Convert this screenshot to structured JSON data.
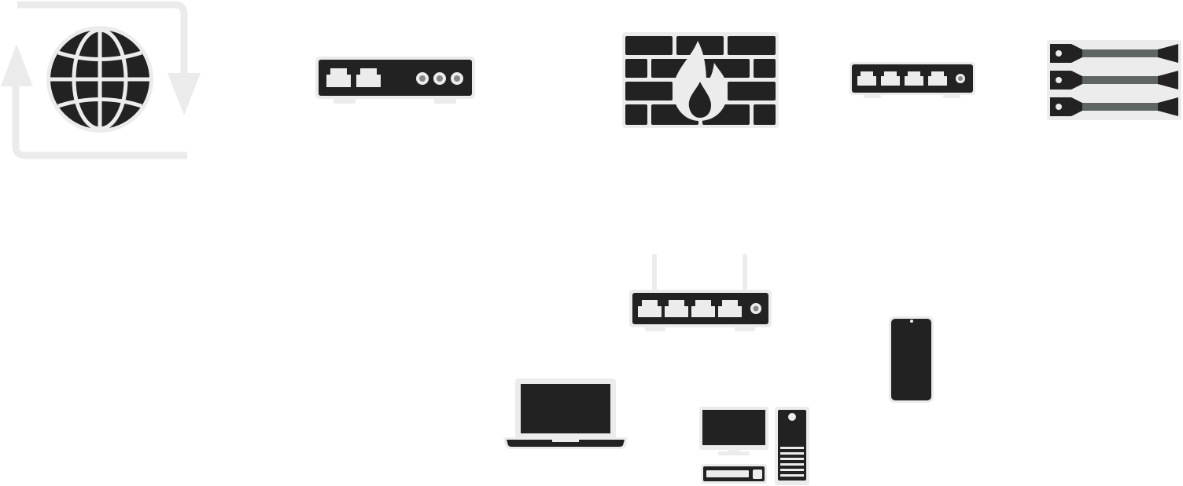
{
  "diagram": {
    "nodes": [
      {
        "id": "internet",
        "icon": "globe-icon"
      },
      {
        "id": "modem",
        "icon": "modem-icon"
      },
      {
        "id": "firewall",
        "icon": "firewall-icon"
      },
      {
        "id": "switch",
        "icon": "network-switch-icon"
      },
      {
        "id": "servers",
        "icon": "server-rack-icon"
      },
      {
        "id": "wifi-router",
        "icon": "wireless-router-icon"
      },
      {
        "id": "laptop",
        "icon": "laptop-icon"
      },
      {
        "id": "desktop",
        "icon": "desktop-computer-icon"
      },
      {
        "id": "smartphone",
        "icon": "smartphone-icon"
      }
    ],
    "edges": [],
    "colors": {
      "device_fill": "#222222",
      "device_outline": "#ececec",
      "arrow": "#ebebeb",
      "server_bar": "#5e6562"
    }
  }
}
